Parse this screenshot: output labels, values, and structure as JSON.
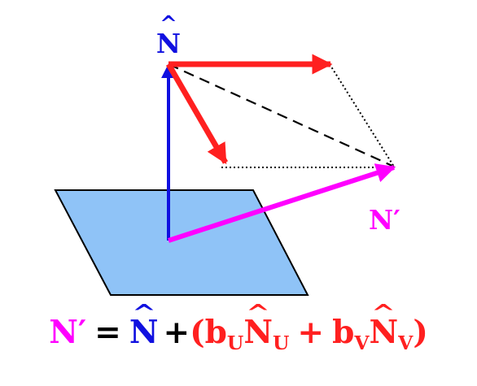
{
  "labels": {
    "n_hat": "N",
    "n_prime": "N′"
  },
  "formula": {
    "lhs": "N′",
    "equals": "=",
    "n_hat": "N",
    "plus": "+",
    "open_paren": "(",
    "b_u": "b",
    "u_sub": "U",
    "n_u": "N",
    "n_u_sub": "U",
    "plus2": "+",
    "b_v": "b",
    "v_sub": "V",
    "n_v": "N",
    "n_v_sub": "V",
    "close_paren": ")"
  },
  "colors": {
    "blue": "#1010e0",
    "red": "#ff2020",
    "magenta": "#ff00ff",
    "plane_fill": "#8fc3f7",
    "black": "#000000"
  }
}
